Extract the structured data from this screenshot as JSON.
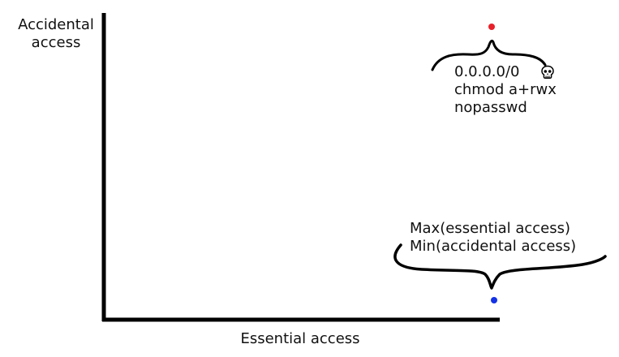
{
  "axes": {
    "y_label_line1": "Accidental",
    "y_label_line2": "access",
    "x_label": "Essential access"
  },
  "points": {
    "danger": {
      "color": "#e8202a",
      "lines": [
        "0.0.0.0/0",
        "chmod a+rwx",
        "nopasswd"
      ],
      "icon": "skull-icon"
    },
    "goal": {
      "color": "#1432e6",
      "lines": [
        "Max(essential access)",
        "Min(accidental access)"
      ]
    }
  }
}
